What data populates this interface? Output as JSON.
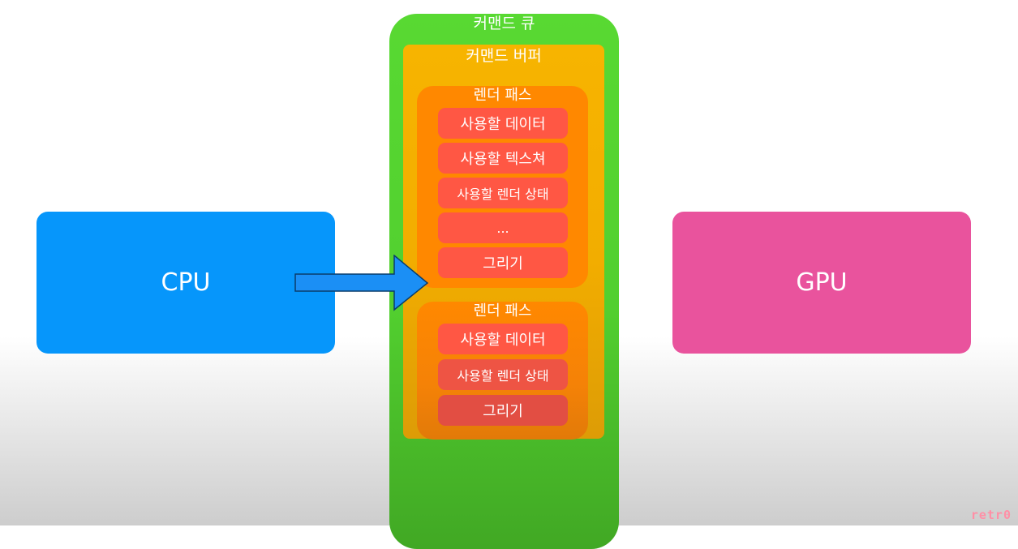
{
  "cpu": {
    "label": "CPU",
    "color": "#0696fb"
  },
  "gpu": {
    "label": "GPU",
    "color": "#e9539d"
  },
  "arrow": {
    "color": "#1b8ff5",
    "direction": "right"
  },
  "command_queue": {
    "title": "커맨드 큐",
    "color": "#58d932",
    "command_buffer": {
      "title": "커맨드 버퍼",
      "color": "#f7b400",
      "render_passes": [
        {
          "title": "렌더 패스",
          "items": [
            "사용할 데이터",
            "사용할 텍스쳐",
            "사용할 렌더 상태",
            "...",
            "그리기"
          ]
        },
        {
          "title": "렌더 패스",
          "items": [
            "사용할 데이터",
            "사용할 렌더 상태",
            "그리기"
          ]
        }
      ]
    }
  },
  "watermark": "retr0"
}
